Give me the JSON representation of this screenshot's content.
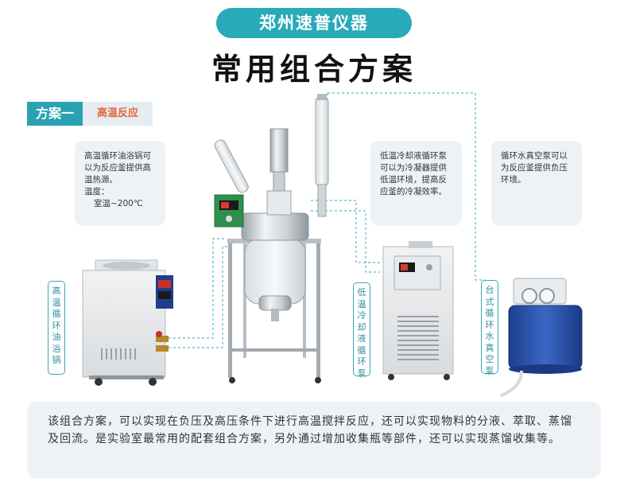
{
  "header": {
    "brand": "郑州速普仪器",
    "title": "常用组合方案"
  },
  "plan": {
    "tab_label": "方案一",
    "name": "高温反应"
  },
  "cards": {
    "oil_bath": {
      "line1": "高温循环油浴锅可以为反应釜提供高温热源。",
      "line2": "温度：",
      "line3": "室温~200℃"
    },
    "chiller": {
      "text": "低温冷却液循环泵可以为冷凝器提供低温环境，提高反应釜的冷凝效率。"
    },
    "vacuum": {
      "text": "循环水真空泵可以为反应釜提供负压环境。"
    }
  },
  "labels": {
    "oil_bath": "高温循环油浴锅",
    "chiller": "低温冷却液循环泵",
    "vacuum": "台式循环水真空泵"
  },
  "description": "该组合方案，可以实现在负压及高压条件下进行高温搅拌反应，还可以实现物料的分液、萃取、蒸馏及回流。是实验室最常用的配套组合方案，另外通过增加收集瓶等部件，还可以实现蒸馏收集等。",
  "colors": {
    "accent": "#29aab8",
    "highlight": "#e5653a",
    "card_bg": "#eef2f7"
  }
}
